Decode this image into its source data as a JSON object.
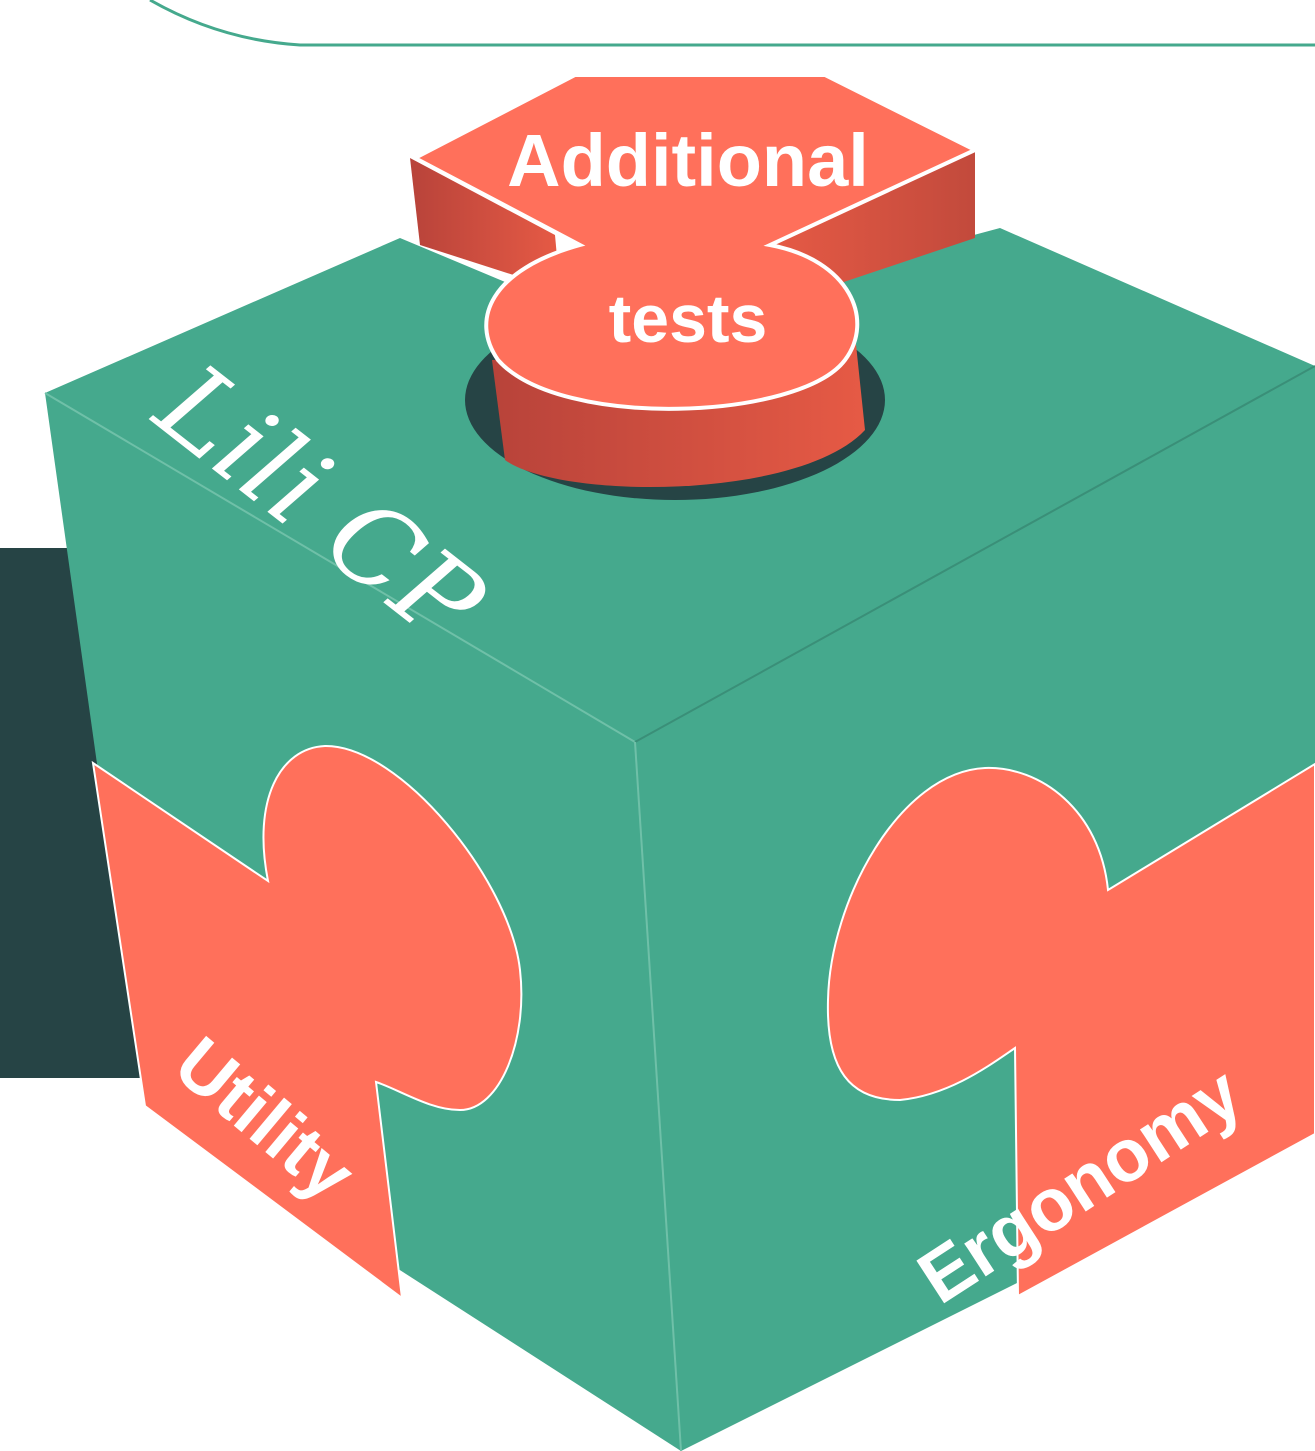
{
  "diagram": {
    "top_piece_line1": "Additional",
    "top_piece_line2": "tests",
    "top_face_label": "Lili CP",
    "left_face_label": "Utility",
    "right_face_label": "Ergonomy"
  },
  "colors": {
    "teal": "#45a98d",
    "coral": "#ff705b",
    "coral_dark": "#c9483a",
    "dark_band": "#264445",
    "hole": "#264445",
    "outline": "#ffffff"
  }
}
